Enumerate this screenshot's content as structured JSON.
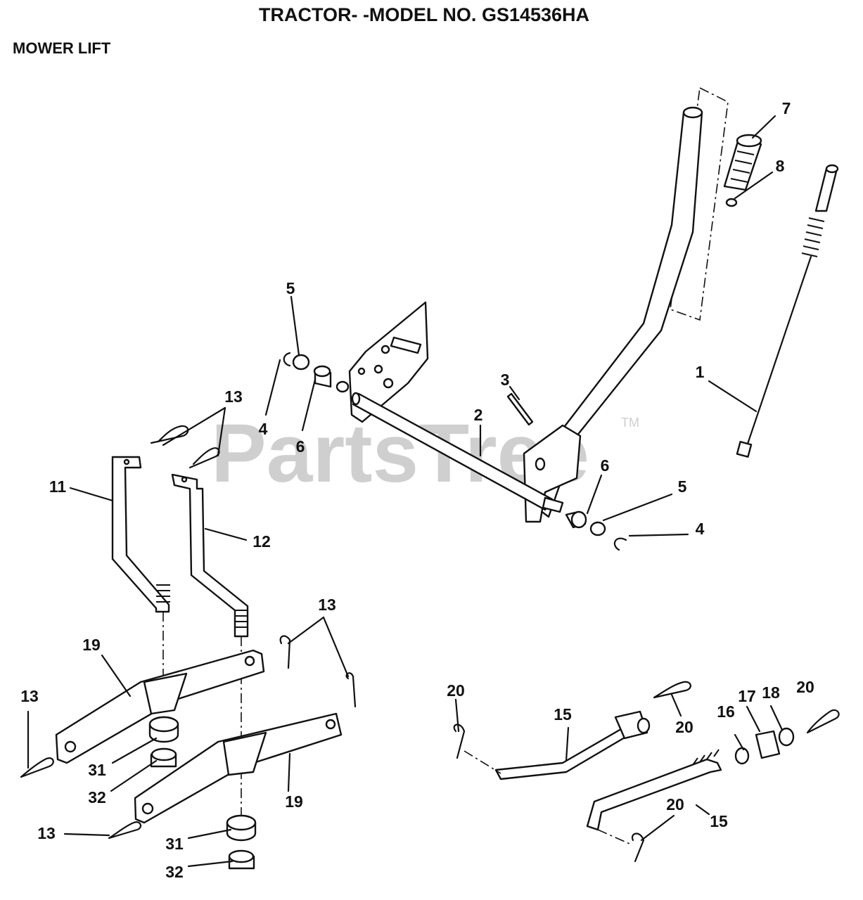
{
  "title": "TRACTOR- -MODEL NO. GS14536HA",
  "section": "MOWER LIFT",
  "watermark": "PartsTree",
  "trademark": "TM",
  "callouts": {
    "c1": "1",
    "c2": "2",
    "c3": "3",
    "c4a": "4",
    "c4b": "4",
    "c5a": "5",
    "c5b": "5",
    "c6a": "6",
    "c6b": "6",
    "c7": "7",
    "c8": "8",
    "c11": "11",
    "c12": "12",
    "c13a": "13",
    "c13b": "13",
    "c13c": "13",
    "c13d": "13",
    "c15a": "15",
    "c15b": "15",
    "c16": "16",
    "c17": "17",
    "c18": "18",
    "c19a": "19",
    "c19b": "19",
    "c20a": "20",
    "c20b": "20",
    "c20c": "20",
    "c20d": "20",
    "c31a": "31",
    "c31b": "31",
    "c32a": "32",
    "c32b": "32"
  }
}
